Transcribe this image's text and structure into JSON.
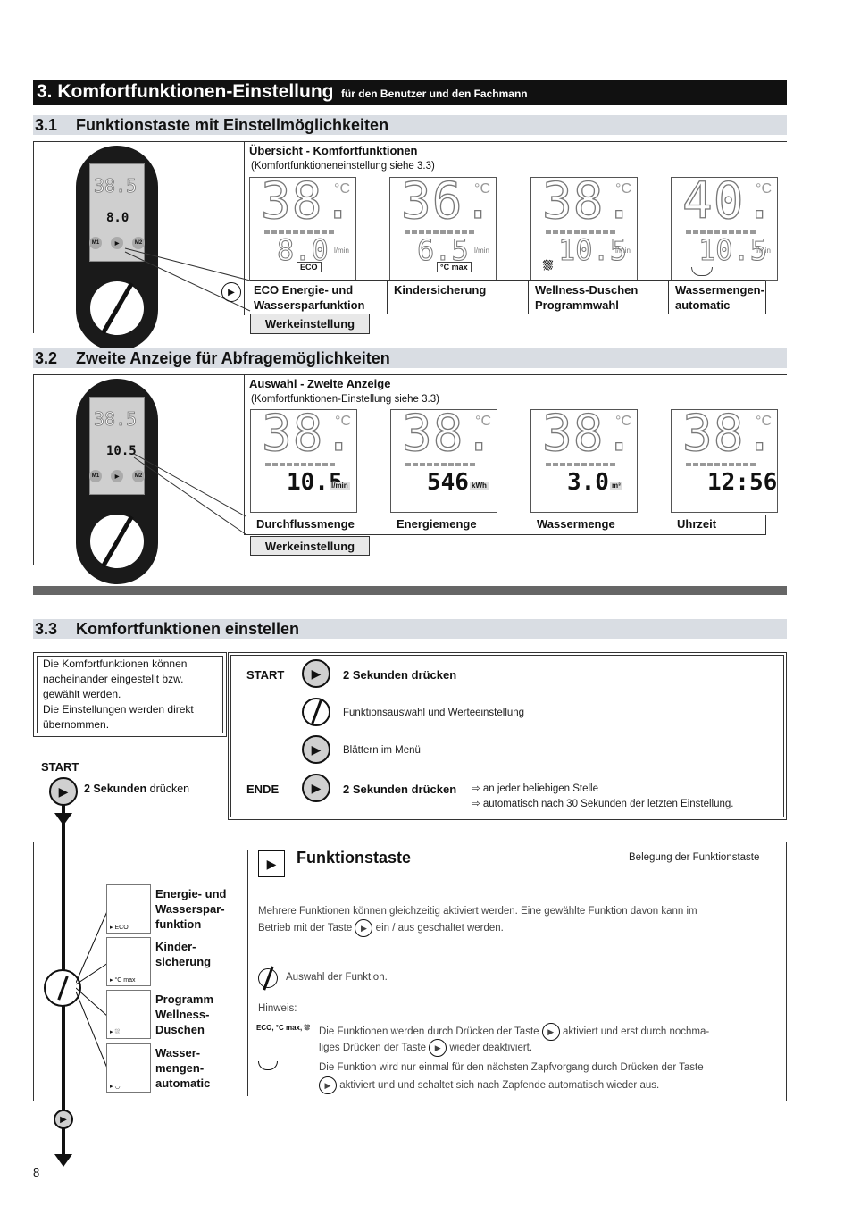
{
  "header": {
    "title": "3. Komfortfunktionen-Einstellung",
    "subtitle": "für den Benutzer und den Fachmann"
  },
  "s31": {
    "num": "3.1",
    "title": "Funktionstaste mit Einstellmöglichkeiten",
    "overview_title": "Übersicht - Komfortfunktionen",
    "overview_sub": "(Komfortfunktioneneinstellung siehe 3.3)",
    "device": {
      "temp": "38.5",
      "flow": "8.0"
    },
    "displays": [
      {
        "temp": "38.5",
        "small": "8.0",
        "unit": "l/min",
        "tag": "ECO",
        "label1": "ECO Energie- und",
        "label2": "Wassersparfunktion"
      },
      {
        "temp": "36.0",
        "small": "6.5",
        "unit": "l/min",
        "tag": "°C max",
        "label1": "Kindersicherung",
        "label2": ""
      },
      {
        "temp": "38.5",
        "small": "10.5",
        "unit": "l/min",
        "tag": "shower-icon",
        "label1": "Wellness-Duschen",
        "label2": "Programmwahl"
      },
      {
        "temp": "40.5",
        "small": "10.5",
        "unit": "l/min",
        "tag": "tub-icon",
        "label1": "Wassermengen-",
        "label2": "automatic"
      }
    ],
    "factory": "Werkeinstellung"
  },
  "s32": {
    "num": "3.2",
    "title": "Zweite Anzeige für Abfragemöglichkeiten",
    "sel_title": "Auswahl - Zweite Anzeige",
    "sel_sub": "(Komfortfunktionen-Einstellung siehe 3.3)",
    "device": {
      "temp": "38.5",
      "flow": "10.5"
    },
    "displays": [
      {
        "temp": "38.5",
        "val": "10.5",
        "unit": "l/min",
        "label": "Durchflussmenge"
      },
      {
        "temp": "38.5",
        "val": "546",
        "unit": "kWh",
        "label": "Energiemenge"
      },
      {
        "temp": "38.5",
        "val": "3.0",
        "unit": "m³",
        "label": "Wassermenge"
      },
      {
        "temp": "38.5",
        "val": "12:56",
        "unit": "",
        "label": "Uhrzeit"
      }
    ],
    "factory": "Werkeinstellung"
  },
  "s33": {
    "num": "3.3",
    "title": "Komfortfunktionen einstellen",
    "intro": [
      "Die Komfortfunktionen können",
      "nacheinander eingestellt bzw.",
      "gewählt werden.",
      "Die Einstellungen werden direkt",
      "übernommen."
    ],
    "start_label": "START",
    "start_press_bold": "2 Sekunden",
    "start_press_rest": "drücken",
    "box": {
      "start": "START",
      "start_text": "2 Sekunden drücken",
      "knob_text": "Funktionsauswahl und Werteeinstellung",
      "menu_text": "Blättern im Menü",
      "end": "ENDE",
      "end_text": "2 Sekunden drücken",
      "end_note1": "an jeder beliebigen Stelle",
      "end_note2": "automatisch nach 30 Sekunden der letzten Einstellung."
    },
    "flow": {
      "items": [
        {
          "l1": "Energie- und",
          "l2": "Wasserspar-",
          "l3": "funktion",
          "tag": "ECO"
        },
        {
          "l1": "Kinder-",
          "l2": "sicherung",
          "l3": "",
          "tag": "°C max"
        },
        {
          "l1": "Programm",
          "l2": "Wellness-",
          "l3": "Duschen",
          "tag": "shower-icon"
        },
        {
          "l1": "Wasser-",
          "l2": "mengen-",
          "l3": "automatic",
          "tag": "tub-icon"
        }
      ],
      "ft_title": "Funktionstaste",
      "ft_right": "Belegung der Funktionstaste",
      "p1a": "Mehrere Funktionen können gleichzeitig aktiviert werden. Eine gewählte Funktion davon kann im",
      "p1b_pre": "Betrieb mit der Taste",
      "p1b_post": "ein / aus geschaltet werden.",
      "choice": "Auswahl der Funktion.",
      "hint": "Hinweis:",
      "hint_icons": "ECO, °C max,",
      "h1a_pre": "Die Funktionen werden durch Drücken der Taste",
      "h1a_post": "aktiviert und erst durch nochma-",
      "h1b_pre": "liges Drücken der Taste",
      "h1b_post": "wieder deaktiviert.",
      "h2a": "Die Funktion wird nur einmal für den nächsten Zapfvorgang durch Drücken der Taste",
      "h2b": "aktiviert und und schaltet sich nach Zapfende automatisch wieder aus."
    }
  },
  "page_number": "8"
}
